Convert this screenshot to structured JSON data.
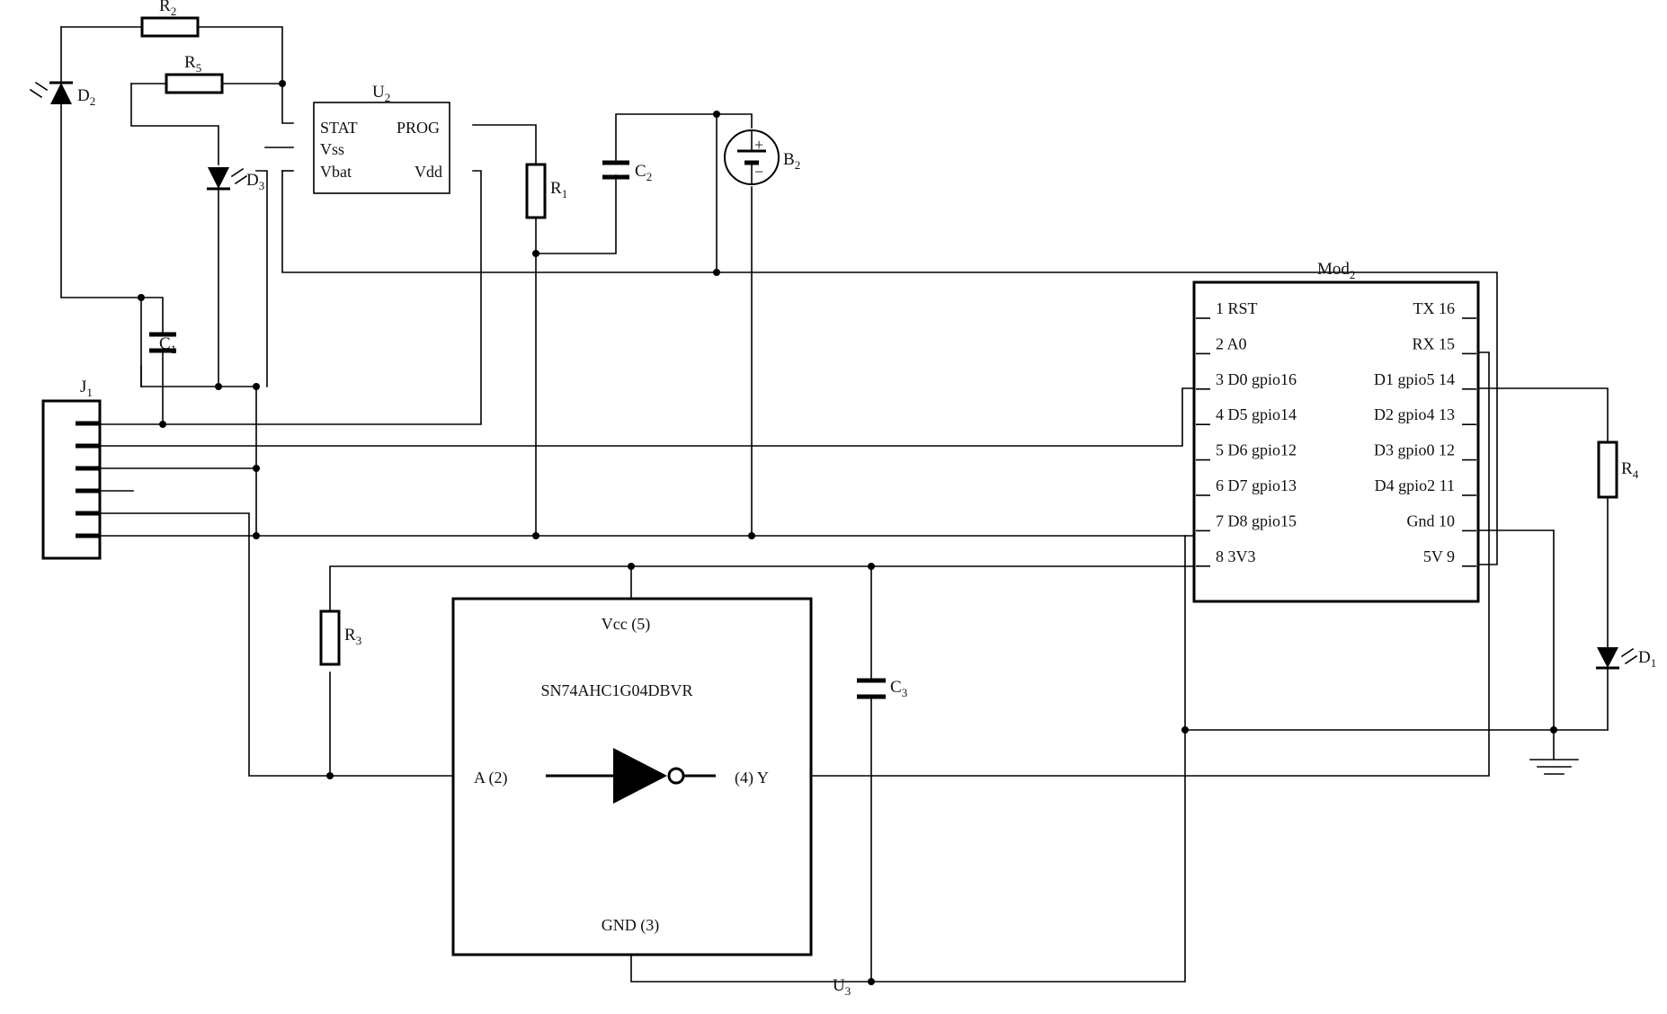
{
  "components": {
    "r2": {
      "ref": "R",
      "sub": "2"
    },
    "r5": {
      "ref": "R",
      "sub": "5"
    },
    "r1": {
      "ref": "R",
      "sub": "1"
    },
    "r3": {
      "ref": "R",
      "sub": "3"
    },
    "r4": {
      "ref": "R",
      "sub": "4"
    },
    "d1": {
      "ref": "D",
      "sub": "1"
    },
    "d2": {
      "ref": "D",
      "sub": "2"
    },
    "d3": {
      "ref": "D",
      "sub": "3"
    },
    "c1": {
      "ref": "C",
      "sub": "1"
    },
    "c2": {
      "ref": "C",
      "sub": "2"
    },
    "c3": {
      "ref": "C",
      "sub": "3"
    },
    "b2": {
      "ref": "B",
      "sub": "2",
      "plus": "+",
      "minus": "−"
    },
    "j1": {
      "ref": "J",
      "sub": "1"
    },
    "u2": {
      "ref": "U",
      "sub": "2",
      "pins": {
        "stat": "STAT",
        "prog": "PROG",
        "vss": "Vss",
        "vbat": "Vbat",
        "vdd": "Vdd"
      }
    },
    "u3": {
      "ref": "U",
      "sub": "3",
      "part": "SN74AHC1G04DBVR",
      "vcc": "Vcc (5)",
      "gnd": "GND (3)",
      "a": "A (2)",
      "y": "(4) Y"
    },
    "mod2": {
      "ref": "Mod",
      "sub": "2",
      "left_pins": [
        "1 RST",
        "2 A0",
        "3 D0 gpio16",
        "4 D5 gpio14",
        "5 D6 gpio12",
        "6 D7 gpio13",
        "7 D8 gpio15",
        "8 3V3"
      ],
      "right_pins": [
        "TX 16",
        "RX 15",
        "D1 gpio5 14",
        "D2 gpio4 13",
        "D3 gpio0 12",
        "D4 gpio2 11",
        "Gnd 10",
        "5V 9"
      ]
    }
  }
}
